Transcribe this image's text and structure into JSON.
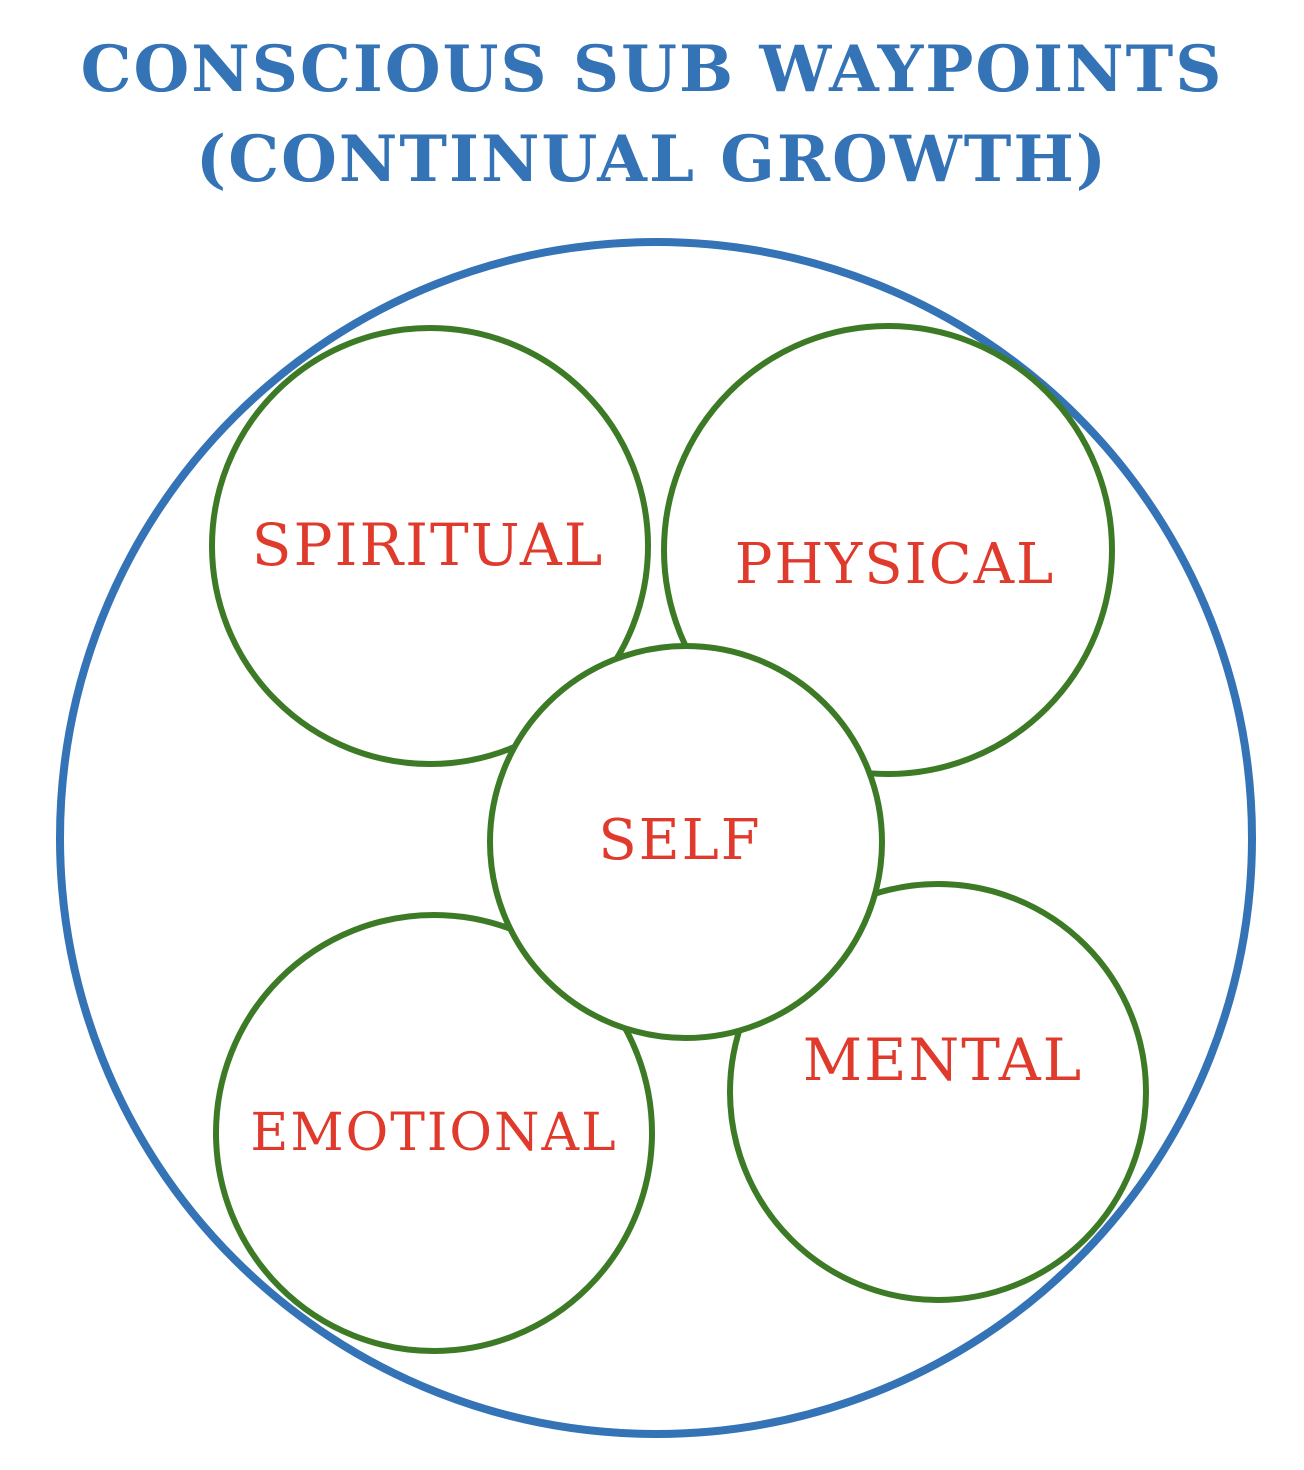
{
  "title_line_1": "CONSCIOUS SUB WAYPOINTS",
  "title_line_2": "(CONTINUAL GROWTH)",
  "colors": {
    "title": "#3473b6",
    "outer_ring": "#3473b6",
    "node_ring": "#3d7a26",
    "label": "#e03a2c",
    "background": "#ffffff"
  },
  "nodes": {
    "spiritual": "SPIRITUAL",
    "physical": "PHYSICAL",
    "self": "SELF",
    "emotional": "EMOTIONAL",
    "mental": "MENTAL"
  }
}
